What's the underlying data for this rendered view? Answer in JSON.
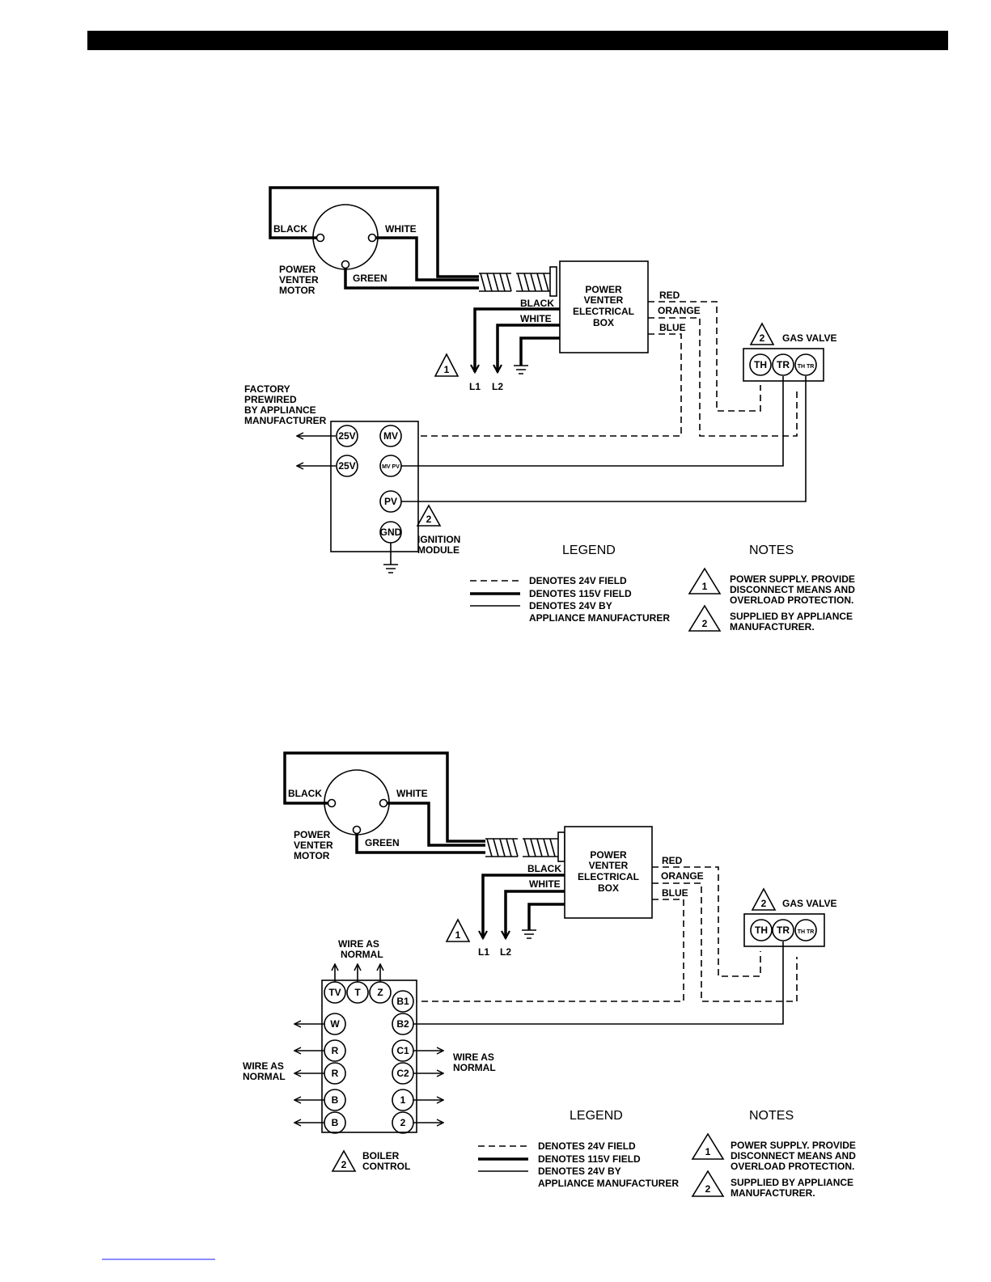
{
  "diagram1": {
    "motor": {
      "black": "BLACK",
      "white": "WHITE",
      "green": "GREEN",
      "name": [
        "POWER",
        "VENTER",
        "MOTOR"
      ]
    },
    "box": [
      "POWER",
      "VENTER",
      "ELECTRICAL",
      "BOX"
    ],
    "supply": {
      "black": "BLACK",
      "white": "WHITE",
      "l1": "L1",
      "l2": "L2",
      "note_num": "1"
    },
    "wires": {
      "red": "RED",
      "orange": "ORANGE",
      "blue": "BLUE"
    },
    "gas_valve": {
      "label": "GAS VALVE",
      "note_num": "2",
      "terminals": [
        "TH",
        "TR",
        "TH TR"
      ]
    },
    "factory_label": [
      "FACTORY",
      "PREWIRED",
      "BY APPLIANCE",
      "MANUFACTURER"
    ],
    "module": {
      "left": [
        "25V",
        "25V"
      ],
      "right": [
        "MV",
        "MV PV",
        "PV",
        "GND"
      ],
      "label": [
        "IGNITION",
        "MODULE"
      ],
      "note_num": "2"
    }
  },
  "diagram2": {
    "motor": {
      "black": "BLACK",
      "white": "WHITE",
      "green": "GREEN",
      "name": [
        "POWER",
        "VENTER",
        "MOTOR"
      ]
    },
    "box": [
      "POWER",
      "VENTER",
      "ELECTRICAL",
      "BOX"
    ],
    "supply": {
      "black": "BLACK",
      "white": "WHITE",
      "l1": "L1",
      "l2": "L2",
      "note_num": "1"
    },
    "wires": {
      "red": "RED",
      "orange": "ORANGE",
      "blue": "BLUE"
    },
    "gas_valve": {
      "label": "GAS VALVE",
      "note_num": "2",
      "terminals": [
        "TH",
        "TR",
        "TH TR"
      ]
    },
    "control": {
      "top": [
        "TV",
        "T",
        "Z"
      ],
      "left": [
        "W",
        "R",
        "R",
        "B",
        "B"
      ],
      "right": [
        "B1",
        "B2",
        "C1",
        "C2",
        "1",
        "2"
      ],
      "top_label": [
        "WIRE AS",
        "NORMAL"
      ],
      "left_label": [
        "WIRE AS",
        "NORMAL"
      ],
      "right_label": [
        "WIRE AS",
        "NORMAL"
      ],
      "label": [
        "BOILER",
        "CONTROL"
      ],
      "note_num": "2"
    }
  },
  "legend": {
    "title": "LEGEND",
    "items": [
      "DENOTES 24V FIELD",
      "DENOTES 115V FIELD",
      "DENOTES 24V BY",
      "APPLIANCE MANUFACTURER"
    ]
  },
  "notes": {
    "title": "NOTES",
    "n1": [
      "POWER SUPPLY. PROVIDE",
      "DISCONNECT MEANS AND",
      "OVERLOAD PROTECTION."
    ],
    "n2": [
      "SUPPLIED BY APPLIANCE",
      "MANUFACTURER."
    ],
    "num1": "1",
    "num2": "2"
  }
}
